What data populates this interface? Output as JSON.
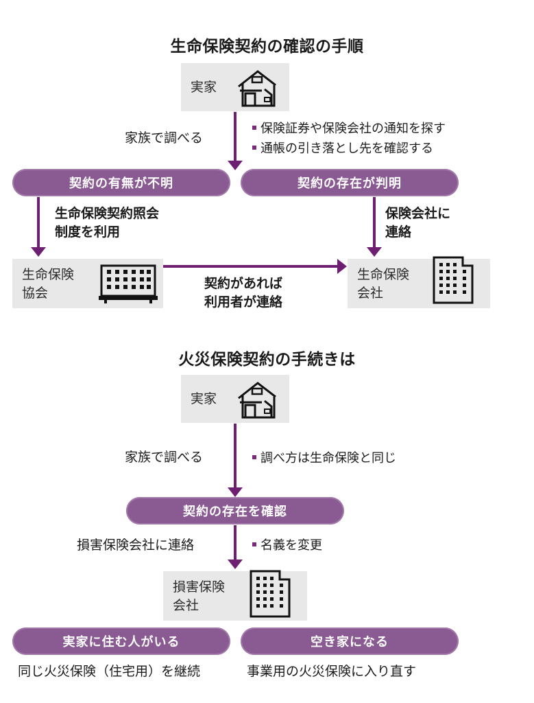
{
  "colors": {
    "arrow": "#6e1f72",
    "pill": "#8a5a92",
    "box": "#e8e8e8",
    "bullet": "#7a2a7a"
  },
  "life": {
    "title": "生命保険契約の確認の手順",
    "home": "実家",
    "family_search": "家族で調べる",
    "notes": [
      "保険証券や保険会社の通知を探す",
      "通帳の引き落とし先を確認する"
    ],
    "pill_unknown": "契約の有無が不明",
    "pill_known": "契約の存在が判明",
    "inquiry_line1": "生命保険契約照会",
    "inquiry_line2": "制度を利用",
    "contact_line1": "保険会社に",
    "contact_line2": "連絡",
    "association_line1": "生命保険",
    "association_line2": "協会",
    "company_line1": "生命保険",
    "company_line2": "会社",
    "if_contract_line1": "契約があれば",
    "if_contract_line2": "利用者が連絡"
  },
  "fire": {
    "title": "火災保険契約の手続きは",
    "home": "実家",
    "family_search": "家族で調べる",
    "note": "調べ方は生命保険と同じ",
    "pill_confirm": "契約の存在を確認",
    "contact": "損害保険会社に連絡",
    "note2": "名義を変更",
    "company_line1": "損害保険",
    "company_line2": "会社",
    "pill_live": "実家に住む人がいる",
    "pill_vacant": "空き家になる",
    "result_live": "同じ火災保険（住宅用）を継続",
    "result_vacant": "事業用の火災保険に入り直す"
  }
}
